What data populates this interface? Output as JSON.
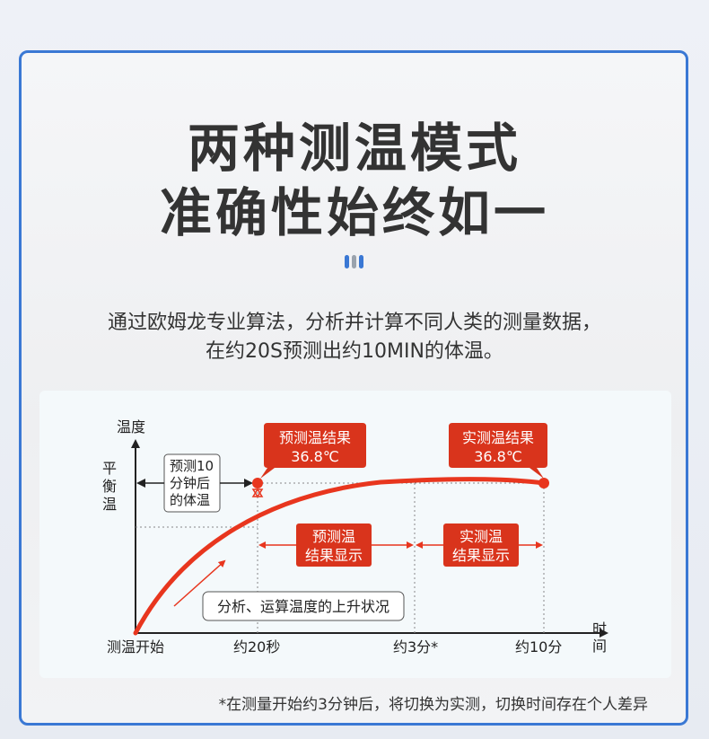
{
  "title_line1": "两种测温模式",
  "title_line2": "准确性始终如一",
  "description_line1": "通过欧姆龙专业算法，分析并计算不同人类的测量数据，",
  "description_line2": "在约20S预测出约10MIN的体温。",
  "footnote": "*在测量开始约3分钟后，将切换为实测，切换时间存在个人差异",
  "colors": {
    "frame_border": "#3a78d4",
    "curve": "#e8361e",
    "callout_fill": "#d9341c",
    "dot_blue": "#3a78d4",
    "dot_gray": "#9aa3ad"
  },
  "chart_data": {
    "type": "line",
    "ylabel": "温度",
    "xlabel": "时间",
    "y_level_label": "平衡温",
    "x_ticks": [
      "测温开始",
      "约20秒",
      "约3分*",
      "约10分"
    ],
    "curve_shape": "rises from start, then plateaus near the balanced temperature",
    "left_box_lines": [
      "预测10",
      "分钟后",
      "的体温"
    ],
    "annotation": "分析、运算温度的上升状况",
    "callouts": [
      {
        "lines": [
          "预测温结果",
          "36.8℃"
        ],
        "value": 36.8,
        "at": "约20秒"
      },
      {
        "lines": [
          "实测温结果",
          "36.8℃"
        ],
        "value": 36.8,
        "at": "约10分"
      }
    ],
    "phases": [
      {
        "lines": [
          "预测温",
          "结果显示"
        ],
        "from": "约20秒",
        "to": "约3分*"
      },
      {
        "lines": [
          "实测温",
          "结果显示"
        ],
        "from": "约3分*",
        "to": "约10分"
      }
    ]
  }
}
